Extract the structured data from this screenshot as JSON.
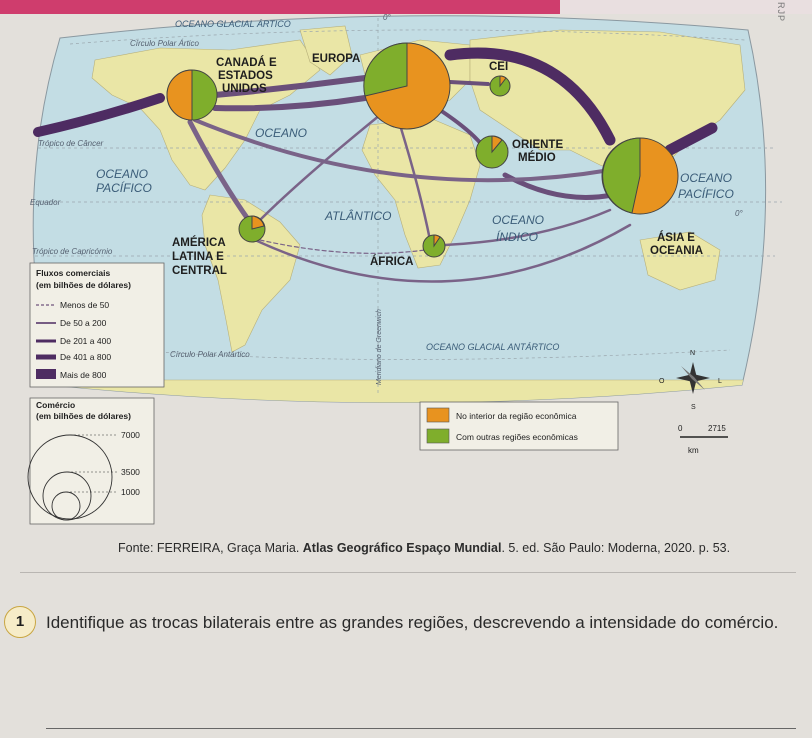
{
  "page": {
    "side_code": "RJP"
  },
  "map": {
    "oceans": {
      "arctic": "OCEANO GLACIAL ÁRTICO",
      "pacific_left": [
        "OCEANO",
        "PACÍFICO"
      ],
      "atlantic": [
        "OCEANO",
        "ATLÂNTICO"
      ],
      "indian": [
        "OCEANO",
        "ÍNDICO"
      ],
      "pacific_right": [
        "OCEANO",
        "PACÍFICO"
      ],
      "antarctic": "OCEANO GLACIAL ANTÁRTICO"
    },
    "lines": {
      "arctic_circle": "Círculo Polar Ártico",
      "cancer": "Trópico de Câncer",
      "equator": "Equador",
      "capricorn": "Trópico de Capricórnio",
      "antarctic_circle": "Círculo Polar Antártico",
      "meridian": "Meridiano de Greenwich",
      "deg0_top": "0°",
      "deg0_right": "0°"
    },
    "regions": {
      "canada_us": [
        "CANADÁ E",
        "ESTADOS",
        "UNIDOS"
      ],
      "europa": "EUROPA",
      "cei": "CEI",
      "oriente_medio": [
        "ORIENTE",
        "MÉDIO"
      ],
      "asia_oceania": [
        "ÁSIA E",
        "OCEANIA"
      ],
      "america_latina": [
        "AMÉRICA",
        "LATINA E",
        "CENTRAL"
      ],
      "africa": "ÁFRICA"
    },
    "flows_legend": {
      "title": [
        "Fluxos comerciais",
        "(em bilhões de dólares)"
      ],
      "items": [
        "Menos de 50",
        "De 50 a 200",
        "De 201 a 400",
        "De 401 a 800",
        "Mais de 800"
      ]
    },
    "commerce_legend": {
      "title": [
        "Comércio",
        "(em bilhões de dólares)"
      ],
      "values": [
        "7000",
        "3500",
        "1000"
      ]
    },
    "color_legend": {
      "items": [
        "No interior da região econômica",
        "Com outras regiões econômicas"
      ],
      "colors": [
        "#e8931f",
        "#7fae2c"
      ]
    },
    "compass": {
      "n": "N",
      "s": "S",
      "l": "L",
      "o": "O"
    },
    "scale": {
      "start": "0",
      "end": "2715",
      "unit": "km"
    }
  },
  "source": {
    "prefix": "Fonte: FERREIRA, Graça Maria. ",
    "title": "Atlas Geográfico Espaço Mundial",
    "suffix": ". 5. ed. São Paulo: Moderna, 2020. p. 53."
  },
  "question": {
    "number": "1",
    "text": "Identifique as trocas bilaterais entre as grandes regiões, descrevendo a intensidade do comércio."
  }
}
